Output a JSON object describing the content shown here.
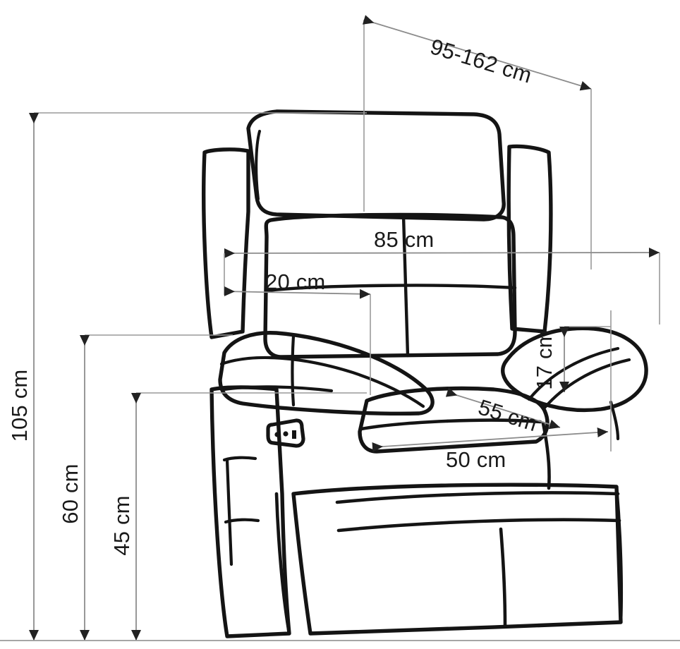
{
  "drawing": {
    "title": "Recliner armchair dimension drawing",
    "subject": "recliner-armchair",
    "view": "three-quarter front perspective",
    "unit": "cm",
    "line_color": "#141414",
    "dimension_line_color": "#8c8c8c",
    "arrow_color": "#222222",
    "background_color": "#ffffff"
  },
  "dimensions": {
    "reclined_depth": {
      "label": "95-162 cm",
      "value_min": 95,
      "value_max": 162,
      "orientation": "diagonal",
      "placement": "top"
    },
    "overall_width": {
      "label": "85 cm",
      "value": 85,
      "orientation": "horizontal",
      "placement": "upper-middle"
    },
    "backrest_offset": {
      "label": "20 cm",
      "value": 20,
      "orientation": "horizontal",
      "placement": "upper-middle"
    },
    "overall_height": {
      "label": "105 cm",
      "value": 105,
      "orientation": "vertical-rotated",
      "placement": "far-left"
    },
    "backrest_height": {
      "label": "60 cm",
      "value": 60,
      "orientation": "vertical-rotated",
      "placement": "left"
    },
    "seat_height": {
      "label": "45 cm",
      "value": 45,
      "orientation": "vertical-rotated",
      "placement": "left-inner"
    },
    "armrest_height": {
      "label": "17 cm",
      "value": 17,
      "orientation": "vertical-rotated",
      "placement": "right"
    },
    "seat_depth_diagonal": {
      "label": "55 cm",
      "value": 55,
      "orientation": "diagonal",
      "placement": "center-right"
    },
    "seat_width": {
      "label": "50 cm",
      "value": 50,
      "orientation": "horizontal",
      "placement": "center-bottom"
    }
  },
  "features": {
    "power_control": "power-button-icon",
    "side_pocket": "side-pocket",
    "headrest": "headrest-cushion",
    "backrest": "backrest-cushion",
    "left_armrest": "left-armrest-cushion",
    "right_armrest": "right-armrest-cushion",
    "seat": "seat-cushion",
    "base": "chair-base"
  }
}
